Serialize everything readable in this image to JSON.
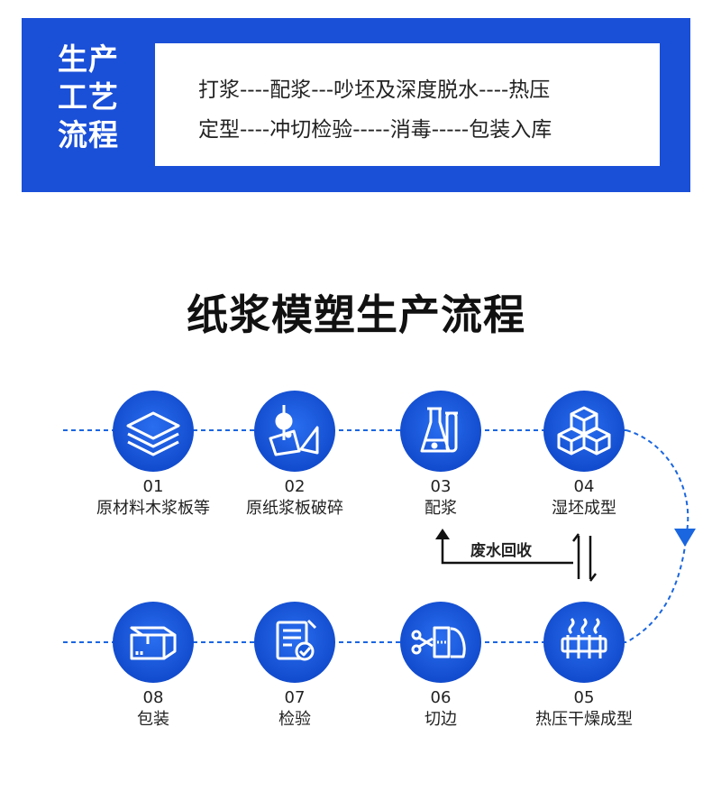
{
  "banner": {
    "label_lines": [
      "生产",
      "工艺",
      "流程"
    ],
    "process_line_1": "打浆----配浆---吵坯及深度脱水----热压",
    "process_line_2": "定型----冲切检验-----消毒-----包装入库"
  },
  "title": "纸浆模塑生产流程",
  "colors": {
    "brand_blue": "#1a4fd8",
    "circle_blue": "#1657d9",
    "dash_blue": "#1a66e0"
  },
  "steps": [
    {
      "num": "01",
      "label": "原材料木浆板等",
      "icon": "stacked-boards-icon"
    },
    {
      "num": "02",
      "label": "原纸浆板破碎",
      "icon": "crusher-icon"
    },
    {
      "num": "03",
      "label": "配浆",
      "icon": "lab-flasks-icon"
    },
    {
      "num": "04",
      "label": "湿坯成型",
      "icon": "cubes-icon"
    },
    {
      "num": "05",
      "label": "热压干燥成型",
      "icon": "heat-press-icon"
    },
    {
      "num": "06",
      "label": "切边",
      "icon": "scissors-cut-icon"
    },
    {
      "num": "07",
      "label": "检验",
      "icon": "checklist-icon"
    },
    {
      "num": "08",
      "label": "包装",
      "icon": "package-box-icon"
    }
  ],
  "waste_water": {
    "label": "废水回收"
  }
}
